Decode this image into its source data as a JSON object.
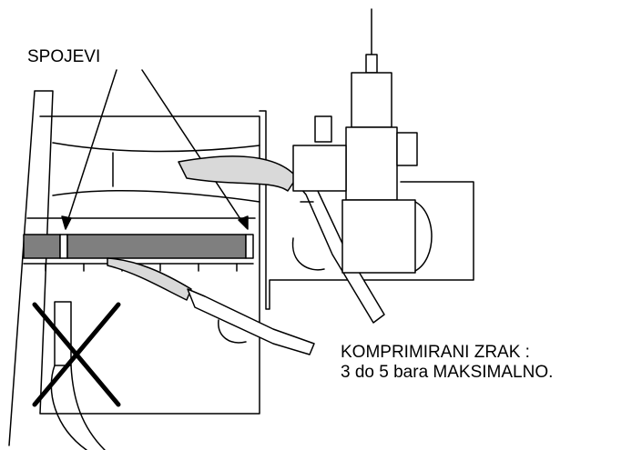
{
  "labels": {
    "joints": "SPOJEVI",
    "air_line1": "KOMPRIMIRANI ZRAK :",
    "air_line2": "3 do 5 bara MAKSIMALNO."
  },
  "colors": {
    "line": "#000000",
    "fill_white": "#ffffff",
    "fill_dark": "#7f7f7f",
    "fill_light": "#d9d9d9"
  },
  "icons": {
    "prohibited": "cross-mark"
  }
}
